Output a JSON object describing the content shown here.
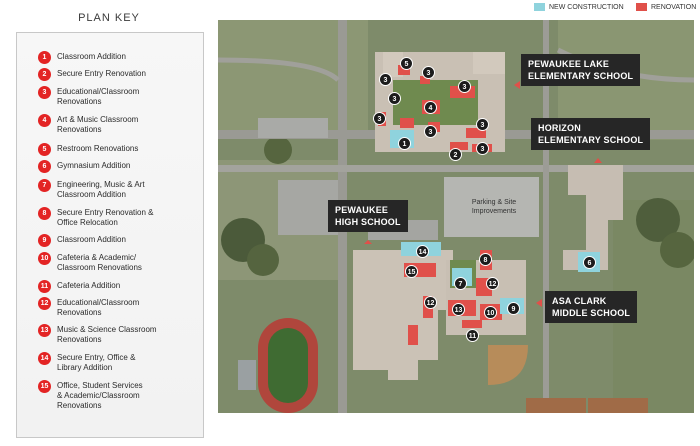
{
  "plan_key": {
    "title": "PLAN KEY",
    "items": [
      {
        "num": "1",
        "label": "Classroom Addition"
      },
      {
        "num": "2",
        "label": "Secure Entry Renovation"
      },
      {
        "num": "3",
        "label": "Educational/Classroom Renovations"
      },
      {
        "num": "4",
        "label": "Art & Music Classroom Renovations"
      },
      {
        "num": "5",
        "label": "Restroom Renovations"
      },
      {
        "num": "6",
        "label": "Gymnasium Addition"
      },
      {
        "num": "7",
        "label": "Engineering, Music & Art Classroom Addition"
      },
      {
        "num": "8",
        "label": "Secure Entry Renovation & Office Relocation"
      },
      {
        "num": "9",
        "label": "Classroom Addition"
      },
      {
        "num": "10",
        "label": "Cafeteria & Academic/ Classroom Renovations"
      },
      {
        "num": "11",
        "label": "Cafeteria Addition"
      },
      {
        "num": "12",
        "label": "Educational/Classroom Renovations"
      },
      {
        "num": "13",
        "label": "Music & Science Classroom Renovations"
      },
      {
        "num": "14",
        "label": "Secure Entry, Office & Library Addition"
      },
      {
        "num": "15",
        "label": "Office, Student Services & Academic/Classroom Renovations"
      }
    ]
  },
  "legend": {
    "new_construction": "NEW CONSTRUCTION",
    "renovation": "RENOVATION"
  },
  "colors": {
    "new_construction": "#8fd3dd",
    "renovation": "#e0504a",
    "badge": "#e32424",
    "callout": "#262626"
  },
  "callouts": {
    "pewaukee_lake": [
      "PEWAUKEE LAKE",
      "ELEMENTARY SCHOOL"
    ],
    "horizon": [
      "HORIZON",
      "ELEMENTARY SCHOOL"
    ],
    "pewaukee_high": [
      "PEWAUKEE",
      "HIGH SCHOOL"
    ],
    "asa_clark": [
      "ASA CLARK",
      "MIDDLE SCHOOL"
    ]
  },
  "parking_label": [
    "Parking & Site",
    "Improvements"
  ],
  "markers": {
    "m5": "5",
    "m3a": "3",
    "m3b": "3",
    "m3c": "3",
    "m3d": "3",
    "m4": "4",
    "m3e": "3",
    "m1": "1",
    "m3f": "3",
    "m3g": "3",
    "m2": "2",
    "m3h": "3",
    "m6": "6",
    "m14": "14",
    "m8": "8",
    "m15": "15",
    "m7": "7",
    "m12a": "12",
    "m12b": "12",
    "m13": "13",
    "m10": "10",
    "m9": "9",
    "m11": "11"
  }
}
